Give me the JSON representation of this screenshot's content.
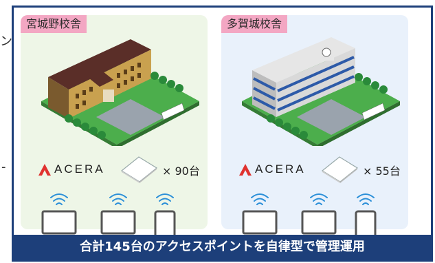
{
  "left_margin_glyphs": [
    "ン",
    "-"
  ],
  "campuses": [
    {
      "label": "宮城野校舎",
      "ap_count": "× 90台",
      "brand": "ACERA"
    },
    {
      "label": "多賀城校舎",
      "ap_count": "× 55台",
      "brand": "ACERA"
    }
  ],
  "sign_text": "■■■■■",
  "footer": {
    "text": "合計145台のアクセスポイントを自律型で管理運用"
  },
  "colors": {
    "frame": "#1d3f7a",
    "label_bg": "#f3a7c3",
    "left_panel_bg": "#eef6e7",
    "right_panel_bg": "#e9f1fb",
    "wifi": "#2b8fd8",
    "acera_red": "#e0322f"
  },
  "icons": [
    "wifi-icon",
    "laptop-icon",
    "tablet-icon",
    "access-point-icon",
    "acera-logo-icon",
    "building-icon",
    "tree-icon"
  ]
}
